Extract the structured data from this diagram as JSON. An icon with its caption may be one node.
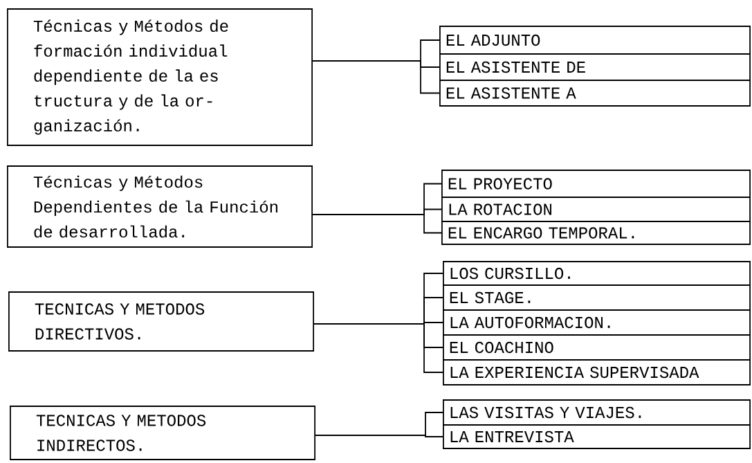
{
  "diagram": {
    "nodes": [
      {
        "text": [
          "Técnicas y Métodos de formación individual dependiente de la es tructura y de la or- ganización."
        ]
      },
      {
        "text": [
          "EL ADJUNTO"
        ]
      },
      {
        "text": [
          "EL ASISTENTE DE"
        ]
      },
      {
        "text": [
          "EL ASISTENTE A"
        ]
      },
      {
        "text": [
          "Técnicas y Métodos Dependientes de la Función de desarrollada."
        ]
      },
      {
        "text": [
          "EL PROYECTO"
        ]
      },
      {
        "text": [
          "LA ROTACION"
        ]
      },
      {
        "text": [
          "EL ENCARGO TEMPORAL."
        ]
      },
      {
        "text": [
          "TECNICAS Y METODOS DIRECTIVOS."
        ]
      },
      {
        "text": [
          "LOS CURSILLO."
        ]
      },
      {
        "text": [
          "EL STAGE."
        ]
      },
      {
        "text": [
          "LA AUTOFORMACION."
        ]
      },
      {
        "text": [
          "EL COACHINO"
        ]
      },
      {
        "text": [
          "LA EXPERIENCIA SUPERVISADA"
        ]
      },
      {
        "text": [
          "TECNICAS Y METODOS INDIRECTOS."
        ]
      },
      {
        "text": [
          "LAS VISITAS Y VIAJES."
        ]
      },
      {
        "text": [
          "LA ENTREVISTA"
        ]
      }
    ],
    "edges": [
      {
        "from": 0,
        "to": 1,
        "arrow": "none"
      },
      {
        "from": 0,
        "to": 2,
        "arrow": "none"
      },
      {
        "from": 0,
        "to": 3,
        "arrow": "none"
      },
      {
        "from": 4,
        "to": 5,
        "arrow": "none"
      },
      {
        "from": 4,
        "to": 6,
        "arrow": "none"
      },
      {
        "from": 4,
        "to": 7,
        "arrow": "none"
      },
      {
        "from": 8,
        "to": 9,
        "arrow": "none"
      },
      {
        "from": 8,
        "to": 10,
        "arrow": "none"
      },
      {
        "from": 8,
        "to": 11,
        "arrow": "none"
      },
      {
        "from": 8,
        "to": 12,
        "arrow": "none"
      },
      {
        "from": 8,
        "to": 13,
        "arrow": "none"
      },
      {
        "from": 14,
        "to": 15,
        "arrow": "none"
      },
      {
        "from": 14,
        "to": 16,
        "arrow": "none"
      }
    ]
  }
}
